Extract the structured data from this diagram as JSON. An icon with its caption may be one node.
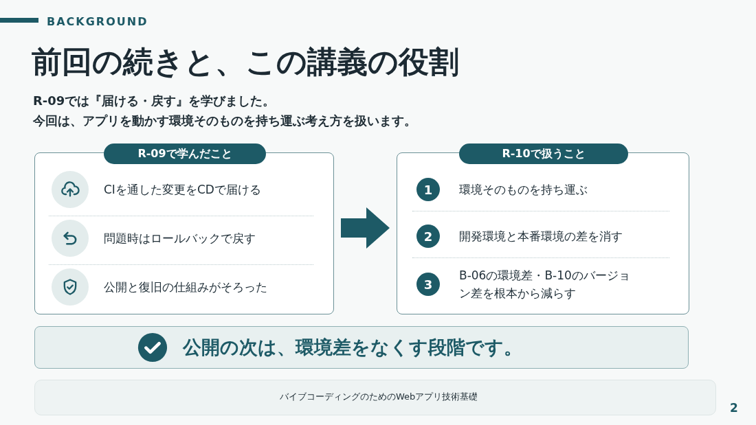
{
  "diagram": {
    "title": "前回の続きと、この講義の役割",
    "nodes": [
      {
        "text": [
          "R-09で学んだこと"
        ]
      },
      {
        "text": [],
        "shape": "circle",
        "in": 0,
        "beside": [
          "CIを通した変更をCDで届ける"
        ]
      },
      {
        "text": [],
        "shape": "circle",
        "in": 0,
        "beside": [
          "問題時はロールバックで戻す"
        ]
      },
      {
        "text": [],
        "shape": "circle",
        "in": 0,
        "beside": [
          "公開と復旧の仕組みがそろった"
        ]
      },
      {
        "text": [
          "R-10で扱うこと"
        ]
      },
      {
        "text": [
          "1"
        ],
        "in": 4,
        "beside": [
          "環境そのものを持ち運ぶ"
        ]
      },
      {
        "text": [
          "2"
        ],
        "in": 4,
        "beside": [
          "開発環境と本番環境の差を消す"
        ]
      },
      {
        "text": [
          "3"
        ],
        "in": 4,
        "beside": [
          "B-06の環境差・B-10のバージョン差を根本から減らす"
        ]
      },
      {
        "text": [
          "公開の次は、環境差をなくす段階です。"
        ]
      },
      {
        "text": [
          "バイブコーディングのためのWebアプリ技術基礎"
        ]
      }
    ],
    "edges": [
      {
        "from": 0,
        "to": 4,
        "arrow": "to"
      }
    ],
    "labels": [
      "BACKGROUND",
      "R-09では『届ける・戻す』を学びました。",
      "今回は、アプリを動かす環境そのものを持ち運ぶ考え方を扱います。",
      "2"
    ]
  }
}
